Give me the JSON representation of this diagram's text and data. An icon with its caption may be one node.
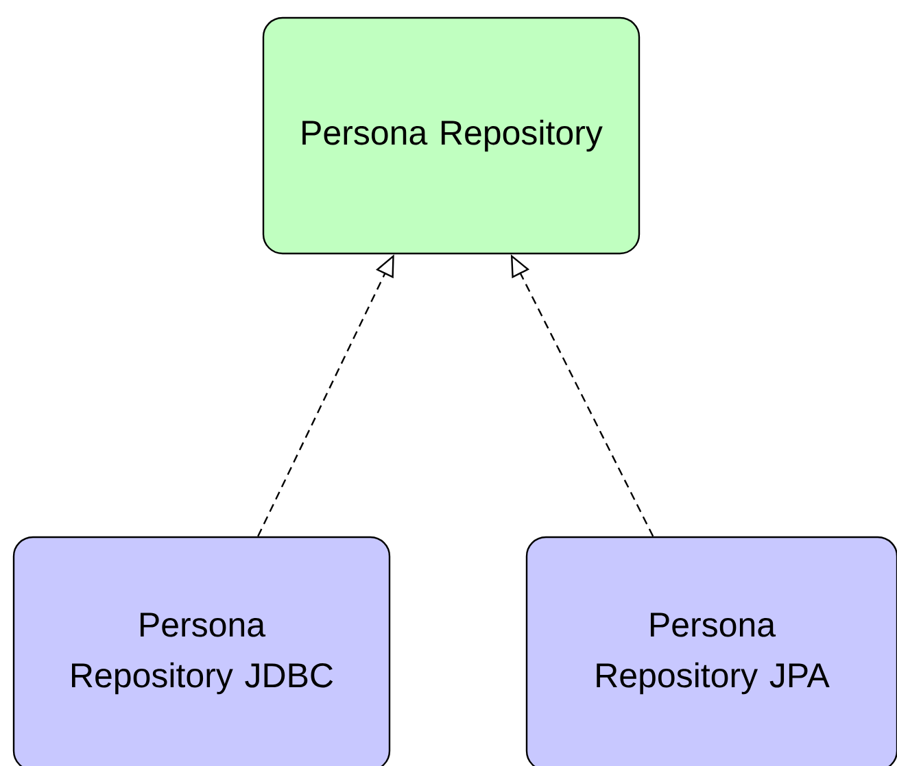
{
  "diagram": {
    "nodes": [
      {
        "text": [
          "Persona Repository"
        ]
      },
      {
        "text": [
          "Persona Repository JDBC"
        ]
      },
      {
        "text": [
          "Persona Repository JPA"
        ]
      }
    ],
    "edges": [
      {
        "from": 1,
        "to": 0,
        "arrow": "to",
        "style": "dashed"
      },
      {
        "from": 2,
        "to": 0,
        "arrow": "to",
        "style": "dashed"
      }
    ]
  }
}
